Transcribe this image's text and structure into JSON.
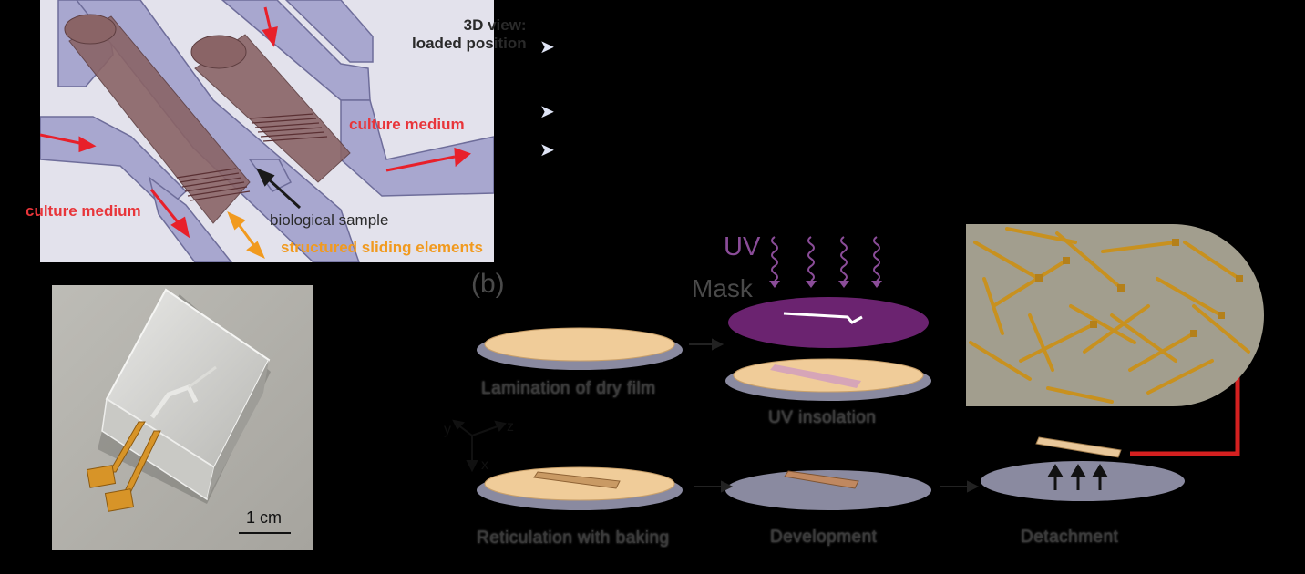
{
  "panel_a": {
    "view_title_line1": "3D view:",
    "view_title_line2": "loaded position",
    "culture_medium_top": "culture medium",
    "culture_medium_left": "culture medium",
    "biological_sample": "biological sample",
    "structured_sliding_elements": "structured sliding elements",
    "bullet_glyph": "➤",
    "colors": {
      "channel": "#a8a7cf",
      "slider": "#8a6466",
      "flow_arrow": "#e8202a",
      "orange": "#f19a1f"
    }
  },
  "photo": {
    "scale_bar": "1 cm"
  },
  "panel_b": {
    "label": "(b)",
    "uv_label": "UV",
    "mask_label": "Mask",
    "axes": {
      "z": "z",
      "y": "y",
      "x": "x"
    },
    "steps": {
      "lamination": "Lamination of dry film",
      "insolation": "UV insolation",
      "reticulation": "Reticulation with baking",
      "development": "Development",
      "detachment": "Detachment"
    },
    "colors": {
      "film": "#f0cc99",
      "substrate": "#8a8aa0",
      "mask": "#6b2370",
      "uv": "#8a4c98",
      "red_arrow": "#d42020"
    }
  }
}
